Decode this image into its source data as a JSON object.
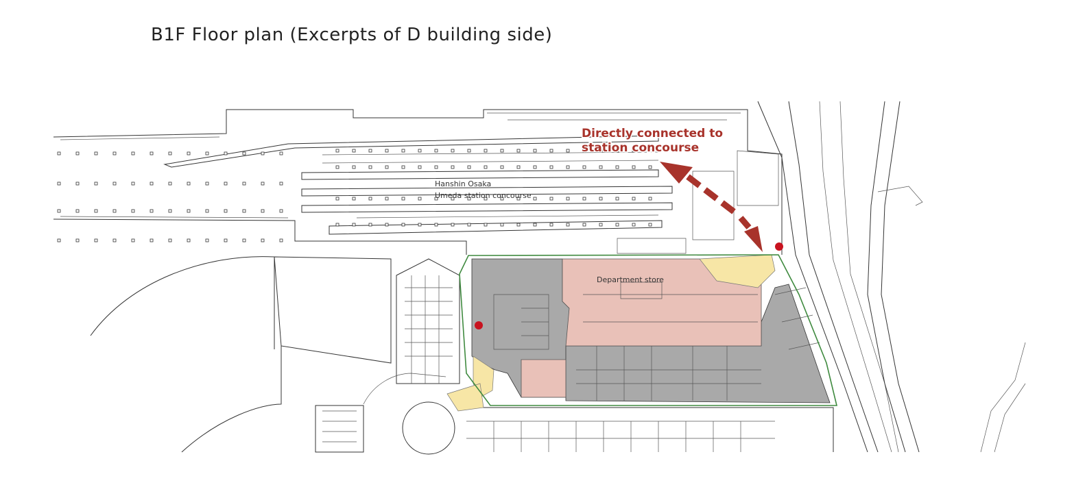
{
  "title": "B1F Floor plan (Excerpts of D building side)",
  "labels": {
    "concourse_line1": "Hanshin Osaka",
    "concourse_line2": "Umeda station concourse",
    "department_store": "Department store",
    "callout_line1": "Directly connected to",
    "callout_line2": "station concourse"
  },
  "colors": {
    "department_store": "#e9c1b8",
    "back_of_house": "#a9a9a9",
    "connection_area": "#f7e6a6",
    "arrow": "#a8332b",
    "marker": "#c8131f",
    "boundary": "#3f8a3f"
  }
}
